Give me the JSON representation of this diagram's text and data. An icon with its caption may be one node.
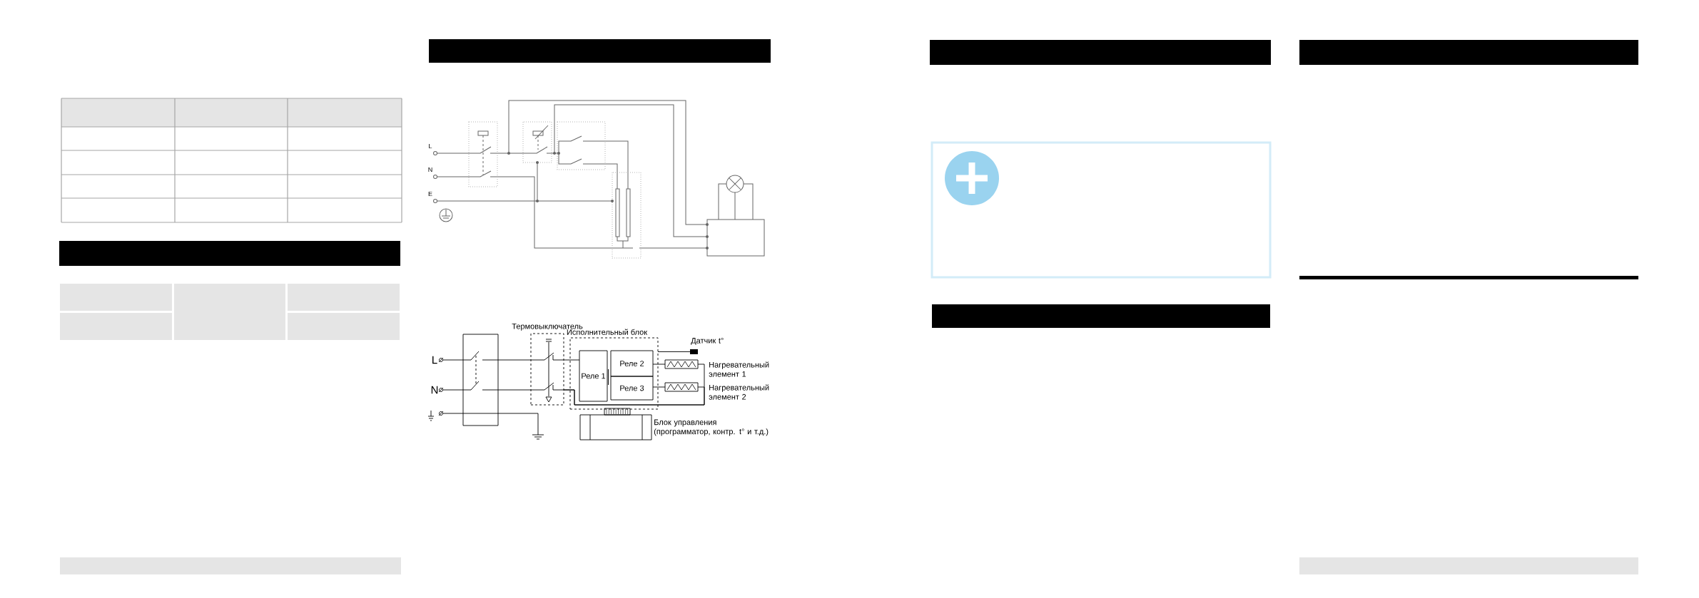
{
  "diagram": {
    "nodes": [
      {
        "text": [],
        "shape": "box"
      },
      {
        "text": [
          "Термовыключатель"
        ]
      },
      {
        "text": [
          "Исполнительный блок"
        ]
      },
      {
        "text": [
          "Реле 1"
        ],
        "in": 2
      },
      {
        "text": [
          "Реле 2"
        ],
        "in": 2
      },
      {
        "text": [
          "Реле 3"
        ],
        "in": 2
      },
      {
        "text": [],
        "shape": "bar",
        "beside": [
          "Датчик t°"
        ]
      },
      {
        "text": [],
        "shape": "box",
        "beside": [
          "Нагревательный элемент 1"
        ]
      },
      {
        "text": [],
        "shape": "box",
        "beside": [
          "Нагревательный элемент 2"
        ]
      },
      {
        "text": [],
        "shape": "box",
        "beside": [
          "Блок управления (программатор, контр. t° и т.д.)"
        ]
      }
    ],
    "edges": [
      {
        "from": 0,
        "to": 1,
        "arrow": "none"
      },
      {
        "from": 0,
        "to": 1,
        "arrow": "none"
      },
      {
        "from": 1,
        "to": 3,
        "arrow": "none"
      },
      {
        "from": 1,
        "to": 7,
        "arrow": "none"
      },
      {
        "from": 1,
        "to": 8,
        "arrow": "none"
      },
      {
        "from": 4,
        "to": 7,
        "arrow": "none"
      },
      {
        "from": 5,
        "to": 8,
        "arrow": "none"
      },
      {
        "from": 2,
        "to": 6,
        "arrow": "none"
      }
    ],
    "labels": [
      "L",
      "N",
      "E",
      "L",
      "N"
    ]
  }
}
